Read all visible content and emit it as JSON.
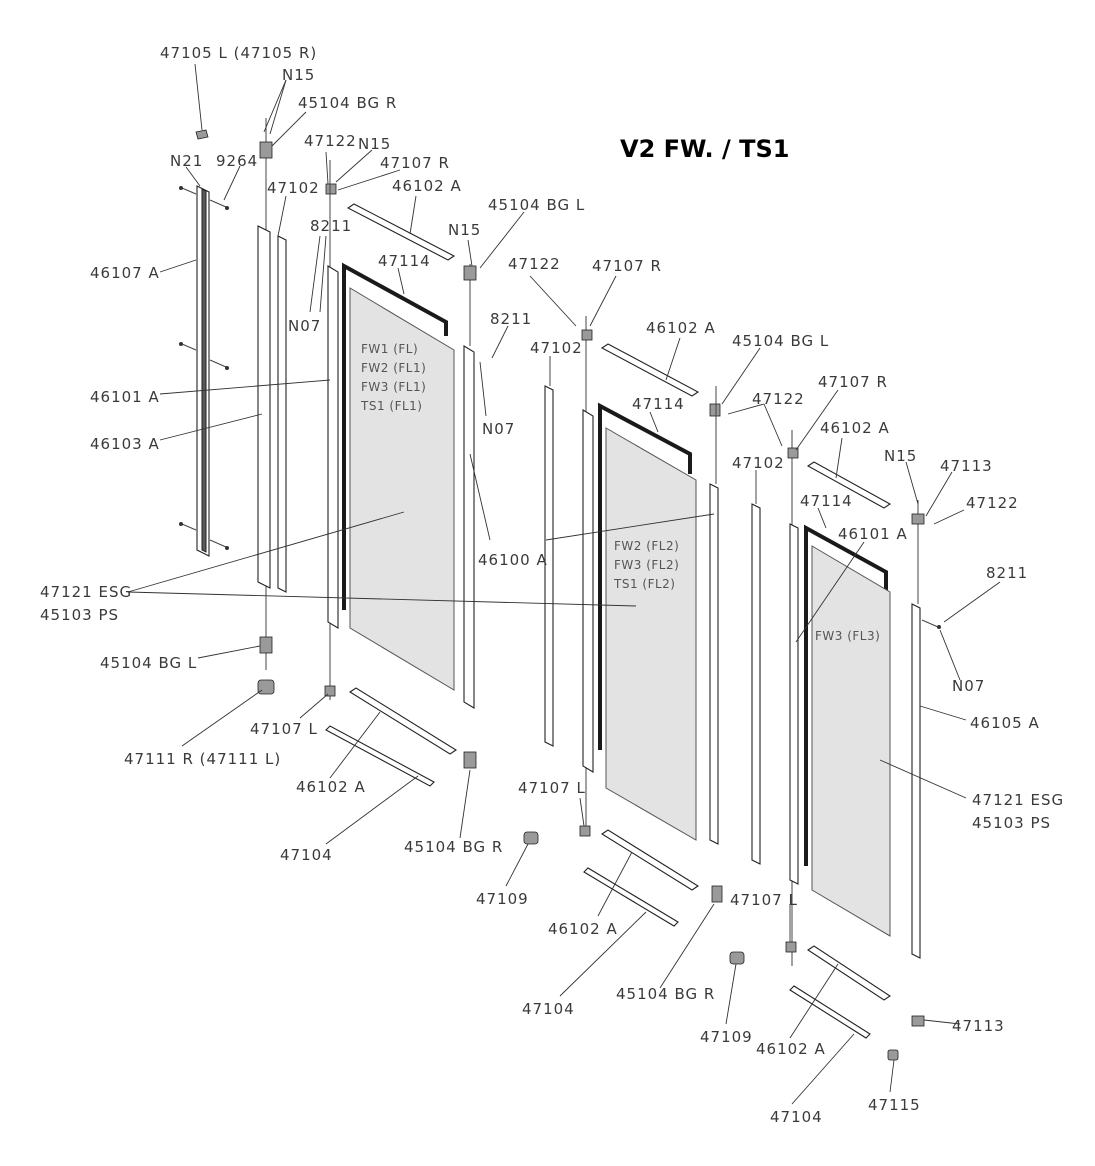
{
  "title": "V2 FW. / TS1",
  "labels": {
    "p47105": "47105 L (47105 R)",
    "pN15a": "N15",
    "p45104BGRa": "45104 BG R",
    "p47122a": "47122",
    "pN15b": "N15",
    "p47107Ra": "47107 R",
    "pN21": "N21",
    "p9264": "9264",
    "p47102a": "47102",
    "p46102Aa": "46102 A",
    "p45104BGLa": "45104 BG L",
    "pN15c": "N15",
    "p8211a": "8211",
    "p46107A": "46107 A",
    "p47114a": "47114",
    "p47122b": "47122",
    "p47107Rb": "47107 R",
    "pN07a": "N07",
    "p8211b": "8211",
    "p46102Ab": "46102 A",
    "p47102b": "47102",
    "p45104BGLb": "45104 BG L",
    "p46101Aa": "46101 A",
    "p47114b": "47114",
    "p47122c": "47122",
    "p47107Rc": "47107 R",
    "pN07b": "N07",
    "p46103A": "46103 A",
    "p46102Ac": "46102 A",
    "p47102c": "47102",
    "pN15d": "N15",
    "p47113a": "47113",
    "p47114c": "47114",
    "p47122d": "47122",
    "p46101Ab": "46101 A",
    "p46100A": "46100 A",
    "p47121a": "47121 ESG",
    "p45103a": "45103 PS",
    "p8211c": "8211",
    "p45104BGLc": "45104 BG L",
    "pN07c": "N07",
    "p47107La": "47107 L",
    "p46105A": "46105 A",
    "p47111": "47111 R (47111 L)",
    "p46102Ad": "46102 A",
    "p47107Lb": "47107 L",
    "p47121b": "47121 ESG",
    "p45103b": "45103 PS",
    "p47104a": "47104",
    "p45104BGRb": "45104 BG R",
    "p47109a": "47109",
    "p47107Lc": "47107 L",
    "p46102Ae": "46102 A",
    "p47104b": "47104",
    "p45104BGRc": "45104 BG R",
    "p47113b": "47113",
    "p47109b": "47109",
    "p46102Af": "46102 A",
    "p47104c": "47104",
    "p47115": "47115"
  },
  "glass_labels": {
    "panel1": [
      "FW1 (FL)",
      "FW2 (FL1)",
      "FW3 (FL1)",
      "TS1 (FL1)"
    ],
    "panel2": [
      "FW2 (FL2)",
      "FW3 (FL2)",
      "TS1 (FL2)"
    ],
    "panel3": [
      "FW3 (FL3)"
    ]
  }
}
